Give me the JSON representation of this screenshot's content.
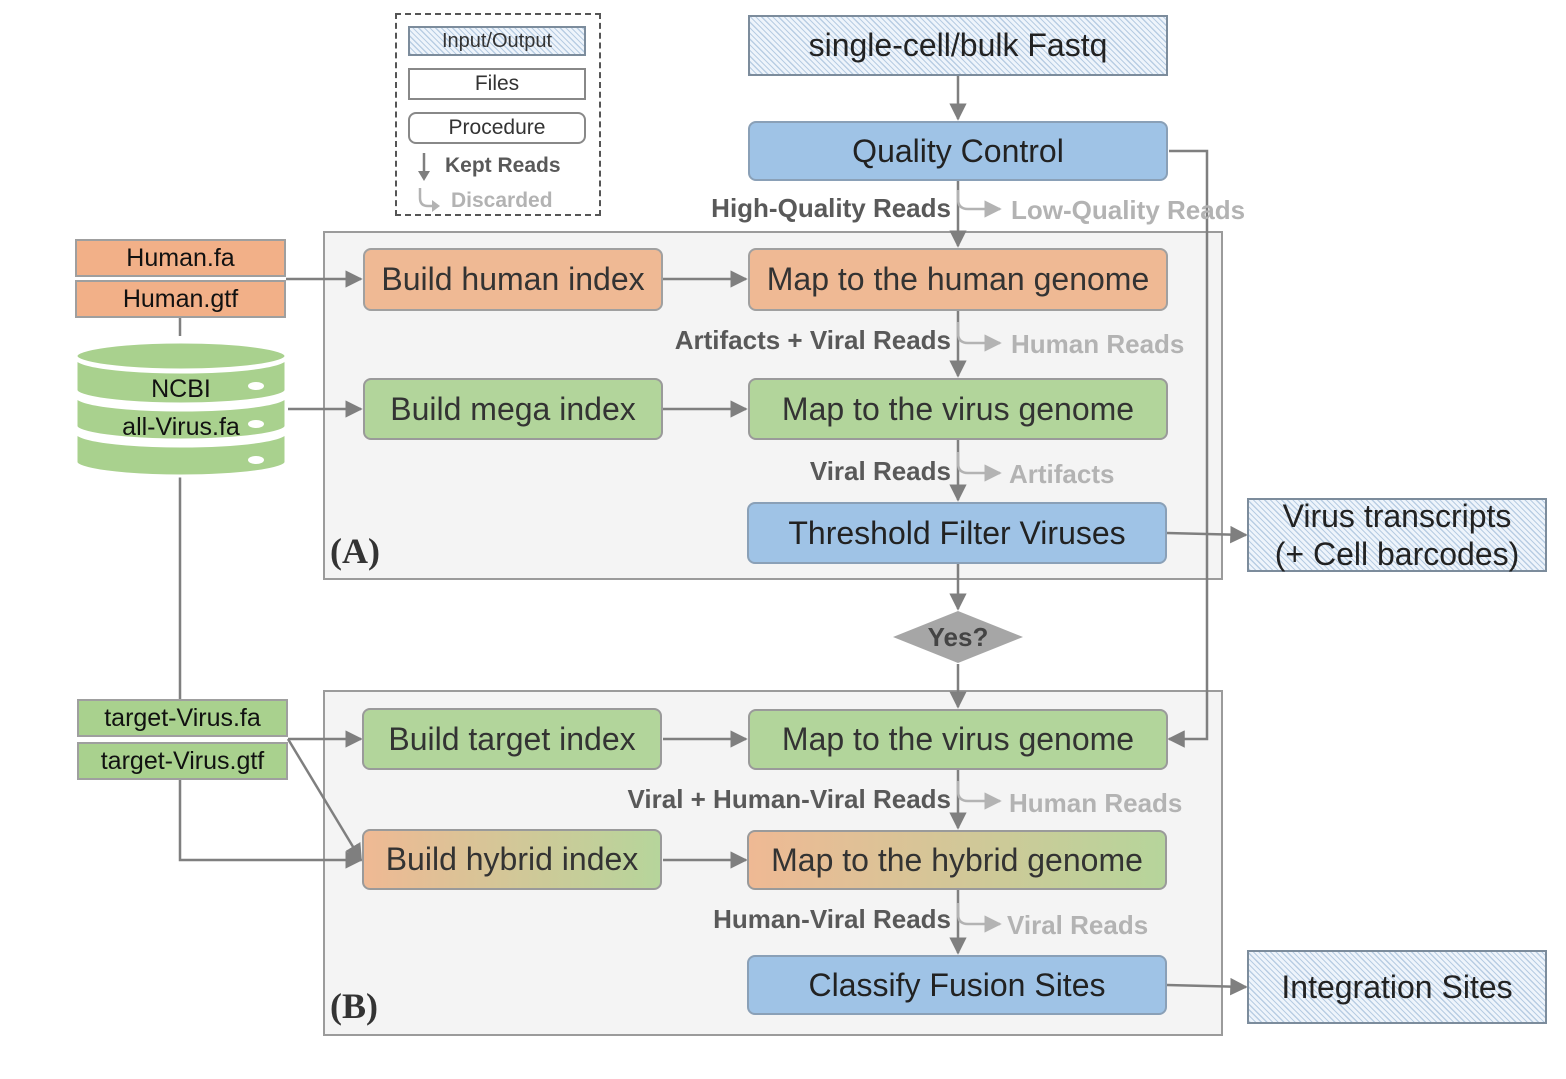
{
  "legend": {
    "input_output": "Input/Output",
    "files": "Files",
    "procedure": "Procedure",
    "kept_reads": "Kept Reads",
    "discarded": "Discarded"
  },
  "inputs": {
    "fastq": "single-cell/bulk  Fastq"
  },
  "files": {
    "human_fa": "Human.fa",
    "human_gtf": "Human.gtf",
    "ncbi_line1": "NCBI",
    "ncbi_line2": "all-Virus.fa",
    "target_fa": "target-Virus.fa",
    "target_gtf": "target-Virus.gtf"
  },
  "procedures": {
    "quality_control": "Quality  Control",
    "build_human_index": "Build  human  index",
    "map_human": "Map  to  the  human  genome",
    "build_mega_index": "Build  mega  index",
    "map_virus_a": "Map  to  the  virus  genome",
    "threshold_filter": "Threshold  Filter  Viruses",
    "decision": "Yes?",
    "build_target_index": "Build  target  index",
    "map_virus_b": "Map  to  the  virus  genome",
    "build_hybrid_index": "Build  hybrid  index",
    "map_hybrid": "Map  to  the  hybrid  genome",
    "classify_fusion": "Classify  Fusion  Sites"
  },
  "outputs": {
    "virus_transcripts_line1": "Virus  transcripts",
    "virus_transcripts_line2": "(+  Cell  barcodes)",
    "integration_sites": "Integration  Sites"
  },
  "kept_labels": {
    "high_quality": "High-Quality Reads",
    "artifacts_viral": "Artifacts + Viral Reads",
    "viral_reads": "Viral Reads",
    "viral_human_viral": "Viral + Human-Viral Reads",
    "human_viral": "Human-Viral Reads"
  },
  "discarded_labels": {
    "low_quality": "Low-Quality Reads",
    "human_reads_a": "Human Reads",
    "artifacts": "Artifacts",
    "human_reads_b": "Human Reads",
    "viral_reads": "Viral Reads"
  },
  "panels": {
    "a": "(A)",
    "b": "(B)"
  },
  "colors": {
    "procedure_blue": "#9fc3e6",
    "human_orange": "#efb994",
    "virus_green": "#b2d59b",
    "kept_text": "#595959",
    "discarded_text": "#b3b3b3",
    "arrow": "#7f7f7f"
  }
}
